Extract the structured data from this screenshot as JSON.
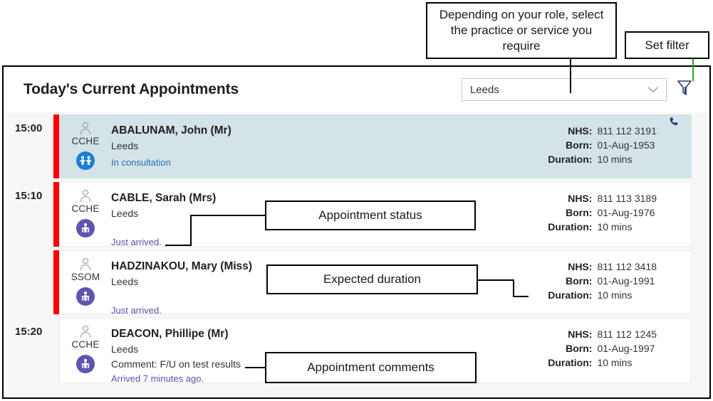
{
  "annotations": [
    {
      "id": "role",
      "text": "Depending on your role, select the practice or service you require"
    },
    {
      "id": "set_filter",
      "text": "Set filter"
    },
    {
      "id": "status",
      "text": "Appointment status"
    },
    {
      "id": "duration",
      "text": "Expected duration"
    },
    {
      "id": "comments",
      "text": "Appointment comments"
    }
  ],
  "panel": {
    "title": "Today's Current Appointments",
    "practice_select": {
      "value": "Leeds",
      "chevron_icon": "chevron-down-icon"
    },
    "filter_icon": "funnel-filter-icon"
  },
  "labels": {
    "nhs": "NHS:",
    "born": "Born:",
    "duration": "Duration:"
  },
  "colors": {
    "urgent_bar": "#ff0000",
    "highlight_row": "#d3e3e8",
    "status_link": "#5452a8",
    "status_link_blue": "#2b6fb5",
    "badge_purple": "#5b57b0",
    "badge_blue": "#1b7fd4",
    "filter_icon": "#2b3d6b",
    "leader_green": "#27a327"
  },
  "appointments": [
    {
      "time": "15:00",
      "show_time": true,
      "urgent": true,
      "highlight": true,
      "clinic_code": "CCHE",
      "person_icon": "person-silhouette-icon",
      "badge_icon": "two-people-badge-icon",
      "badge_style": "blue",
      "name": "ABALUNAM, John (Mr)",
      "practice": "Leeds",
      "comment": "",
      "status": "In consultation",
      "status_style": "blue",
      "nhs": "811 112 3191",
      "born": "01-Aug-1953",
      "duration": "10 mins",
      "phone": true,
      "phone_icon": "phone-icon"
    },
    {
      "time": "15:10",
      "show_time": true,
      "urgent": true,
      "highlight": false,
      "clinic_code": "CCHE",
      "person_icon": "person-silhouette-icon",
      "badge_icon": "person-badge-icon",
      "badge_style": "purple",
      "name": "CABLE, Sarah (Mrs)",
      "practice": "Leeds",
      "comment": "",
      "status": "Just arrived.",
      "status_style": "purple",
      "nhs": "811 113 3189",
      "born": "01-Aug-1976",
      "duration": "10 mins",
      "phone": false,
      "phone_icon": ""
    },
    {
      "time": "",
      "show_time": false,
      "urgent": true,
      "highlight": false,
      "clinic_code": "SSOM",
      "person_icon": "person-silhouette-icon",
      "badge_icon": "person-badge-icon",
      "badge_style": "purple",
      "name": "HADZINAKOU, Mary (Miss)",
      "practice": "Leeds",
      "comment": "",
      "status": "Just arrived.",
      "status_style": "purple",
      "nhs": "811 112 3418",
      "born": "01-Aug-1991",
      "duration": "10 mins",
      "phone": false,
      "phone_icon": ""
    },
    {
      "time": "15:20",
      "show_time": true,
      "urgent": false,
      "highlight": false,
      "clinic_code": "CCHE",
      "person_icon": "person-silhouette-icon",
      "badge_icon": "person-badge-icon",
      "badge_style": "purple",
      "name": "DEACON, Phillipe (Mr)",
      "practice": "Leeds",
      "comment": "Comment: F/U on test results",
      "status": "Arrived 7 minutes ago.",
      "status_style": "purple",
      "nhs": "811 112 1245",
      "born": "01-Aug-1997",
      "duration": "10 mins",
      "phone": false,
      "phone_icon": ""
    }
  ]
}
